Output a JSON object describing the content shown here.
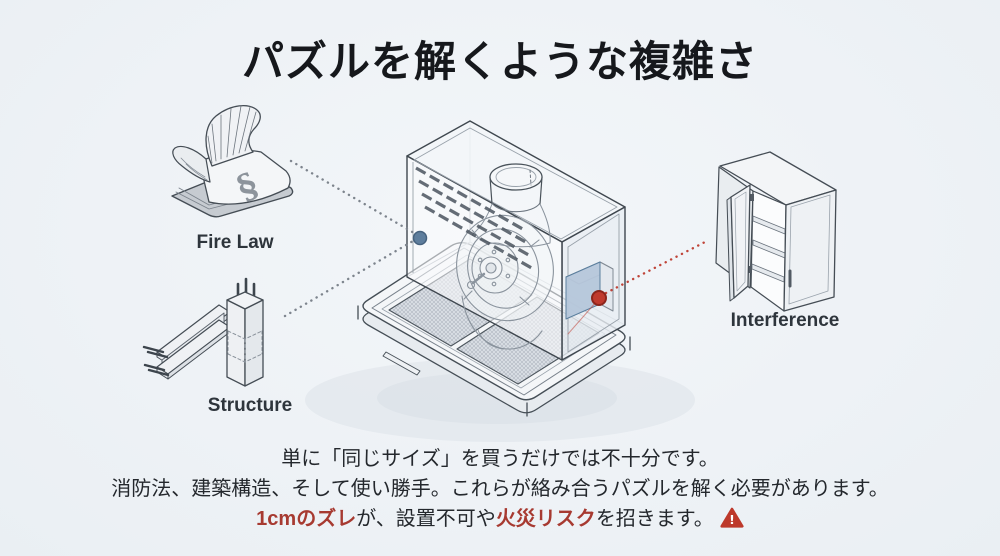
{
  "header": {
    "title": "パズルを解くような複雑さ"
  },
  "diagram": {
    "labels": {
      "fire_law": "Fire Law",
      "structure": "Structure",
      "interference": "Interference"
    },
    "book_symbol": "§",
    "marker_colors": {
      "constraint_blue": "#5e7e9d",
      "interference_red": "#c03a2e"
    }
  },
  "caption": {
    "line1": "単に「同じサイズ」を買うだけでは不十分です。",
    "line2": "消防法、建築構造、そして使い勝手。これらが絡み合うパズルを解く必要があります。",
    "line3": {
      "red1": "1cmのズレ",
      "mid": "が、設置不可や",
      "red2": "火災リスク",
      "tail": "を招きます。"
    },
    "warning_mark": "!",
    "accent_color": "#a73a31"
  }
}
